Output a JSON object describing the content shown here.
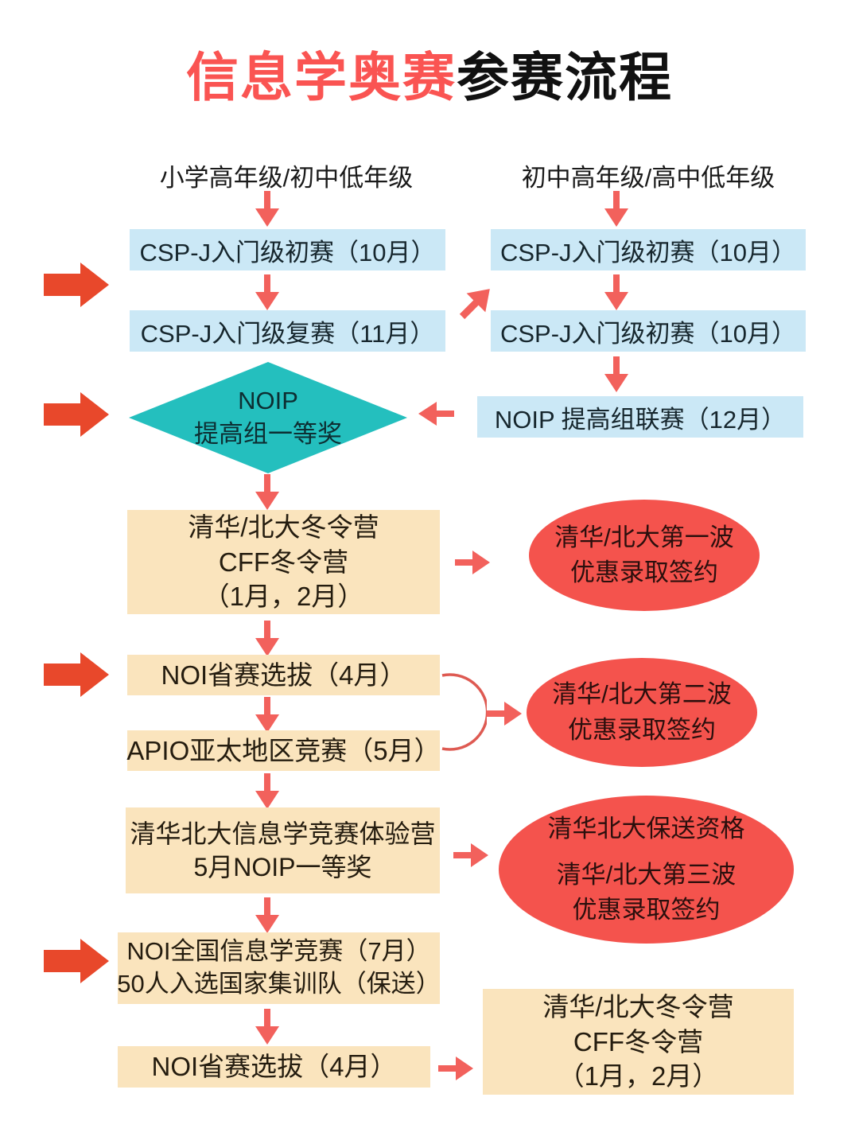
{
  "title": {
    "highlight": "信息学奥赛",
    "rest": "参赛流程"
  },
  "track_labels": {
    "left": "小学高年级/初中低年级",
    "right": "初中高年级/高中低年级"
  },
  "blue_boxes": {
    "left_row1": "CSP-J入门级初赛（10月）",
    "left_row2": "CSP-J入门级复赛（11月）",
    "right_row1": "CSP-J入门级初赛（10月）",
    "right_row2": "CSP-J入门级初赛（10月）",
    "right_row3": "NOIP 提高组联赛（12月）"
  },
  "diamond": {
    "lines": [
      "NOIP",
      "提高组一等奖"
    ]
  },
  "cream_boxes": {
    "winter_camp": [
      "清华/北大冬令营",
      "CFF冬令营",
      "（1月，2月）"
    ],
    "noi_provincial": "NOI省赛选拔（4月）",
    "apio": "APIO亚太地区竞赛（5月）",
    "experience_camp": [
      "清华北大信息学竞赛体验营",
      "5月NOIP一等奖"
    ],
    "noi_national": [
      "NOI全国信息学竞赛（7月）",
      "50人入选国家集训队（保送）"
    ],
    "noi_provincial_2": "NOI省赛选拔（4月）",
    "winter_camp_2": [
      "清华/北大冬令营",
      "CFF冬令营",
      "（1月，2月）"
    ]
  },
  "ellipses": {
    "wave1": [
      "清华/北大第一波",
      "优惠录取签约"
    ],
    "wave2": [
      "清华/北大第二波",
      "优惠录取签约"
    ],
    "wave3_header": "清华北大保送资格",
    "wave3": [
      "清华/北大第三波",
      "优惠录取签约"
    ]
  },
  "colors": {
    "title_red": "#FA5452",
    "blue_box": "#CBE8F6",
    "cream_box": "#FAE4BD",
    "teal_diamond": "#24BFBE",
    "red_ellipse": "#F4534D",
    "arrow_red": "#F2615C",
    "block_arrow_orange": "#E8482B",
    "text_dark": "#1A1A1A"
  }
}
